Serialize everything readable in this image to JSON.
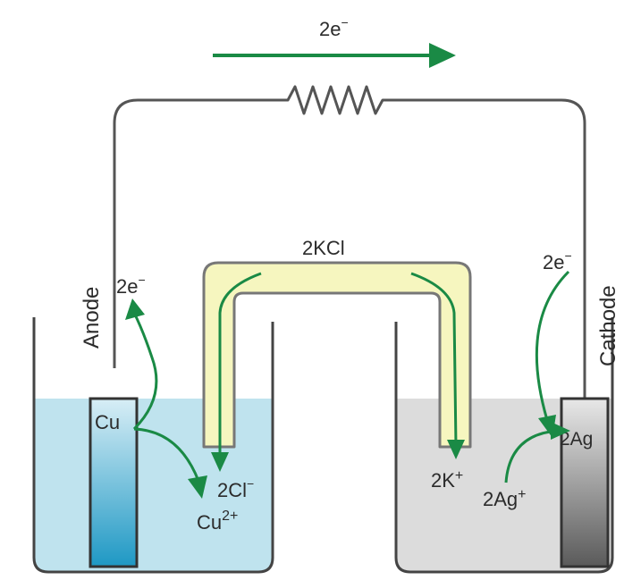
{
  "top_electron": {
    "base": "2e",
    "sup": "−"
  },
  "salt_bridge_label": "2KCl",
  "anode": {
    "label": "Anode",
    "electron": {
      "base": "2e",
      "sup": "−"
    },
    "electrode": "Cu",
    "product_anion": {
      "base": "2Cl",
      "sup": "−"
    },
    "product_cation": {
      "base": "Cu",
      "sup": "2+"
    }
  },
  "cathode": {
    "label": "Cathode",
    "electron": {
      "base": "2e",
      "sup": "−"
    },
    "electrode": "2Ag",
    "cation_k": {
      "base": "2K",
      "sup": "+"
    },
    "cation_ag": {
      "base": "2Ag",
      "sup": "+"
    }
  },
  "colors": {
    "wire": "#555555",
    "arrow": "#1a8a45",
    "anode_solution": "#bfe3ee",
    "cathode_solution": "#dcdcdc",
    "salt_bridge_fill": "#f6f6bf",
    "salt_bridge_outline": "#777777",
    "cu_electrode_top": "#d8eef6",
    "cu_electrode_bottom": "#1e98c4",
    "ag_electrode_top": "#e8e8e8",
    "ag_electrode_bottom": "#5a5a5a"
  }
}
